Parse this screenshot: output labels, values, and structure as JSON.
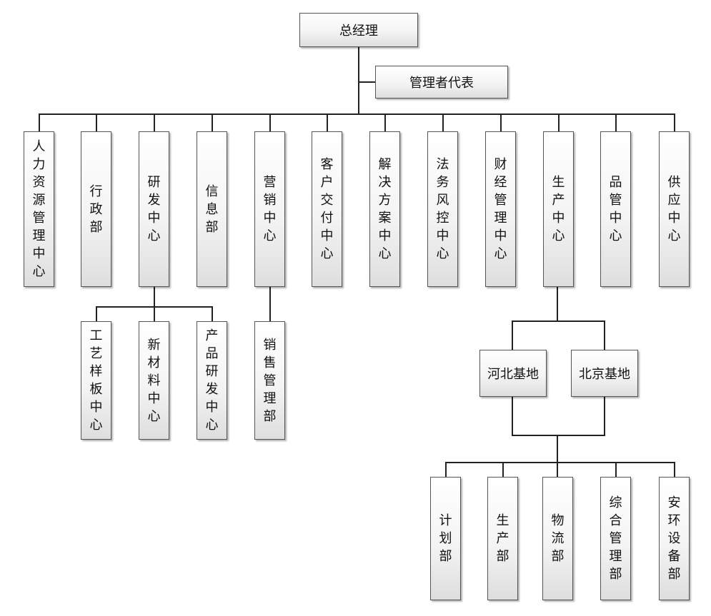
{
  "chart": {
    "ceo": "总经理",
    "management_rep": "管理者代表",
    "departments": [
      "人力资源管理中心",
      "行政部",
      "研发中心",
      "信息部",
      "营销中心",
      "客户交付中心",
      "解决方案中心",
      "法务风控中心",
      "财经管理中心",
      "生产中心",
      "品管中心",
      "供应中心"
    ],
    "rd_units": [
      "工艺样板中心",
      "新材料中心",
      "产品研发中心"
    ],
    "sales_units": [
      "销售管理部"
    ],
    "bases": [
      "河北基地",
      "北京基地"
    ],
    "base_units": [
      "计划部",
      "生产部",
      "物流部",
      "综合管理部",
      "安环设备部"
    ]
  }
}
